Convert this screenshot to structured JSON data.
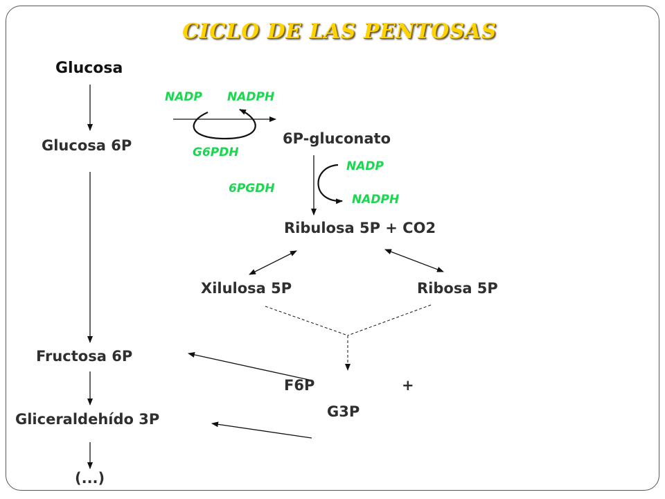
{
  "title": "CICLO DE LAS PENTOSAS",
  "colors": {
    "title": "#ffd400",
    "enzyme": "#19d84f",
    "text": "#2f2f2f"
  },
  "nodes": {
    "glucosa": "Glucosa",
    "glucosa_6p": "Glucosa 6P",
    "gluconato_6p": "6P-gluconato",
    "ribulosa": "Ribulosa 5P + CO2",
    "xilulosa": "Xilulosa 5P",
    "ribosa": "Ribosa 5P",
    "fructosa_6p": "Fructosa 6P",
    "gliceraldehido": "Gliceraldehído 3P",
    "ellipsis": "(...)",
    "f6p": "F6P",
    "plus": "+",
    "g3p": "G3P"
  },
  "cofactors": {
    "nadp_1": "NADP",
    "nadph_1": "NADPH",
    "g6pdh": "G6PDH",
    "nadp_2": "NADP",
    "pgdh": "6PGDH",
    "nadph_2": "NADPH"
  }
}
